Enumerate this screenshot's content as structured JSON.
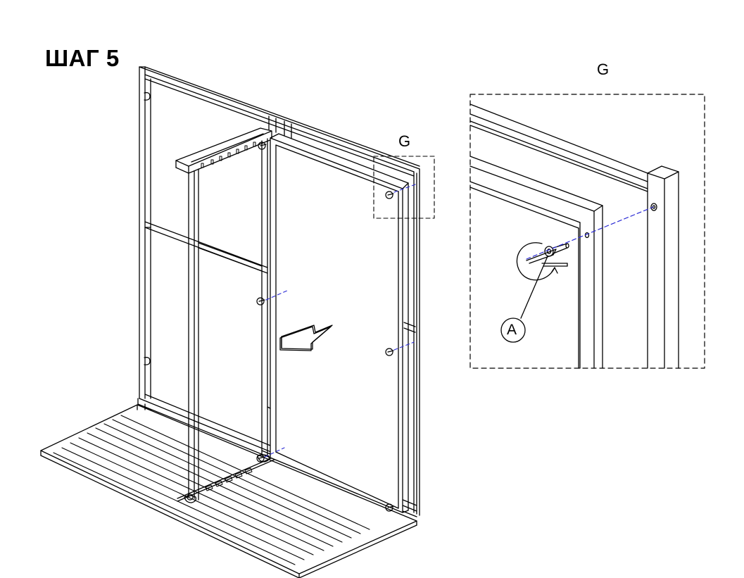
{
  "step": {
    "title": "ШАГ 5"
  },
  "detail": {
    "marker_label": "G",
    "callout_label": "G",
    "part_label": "A"
  },
  "icons": {
    "direction": "arrow-right-icon",
    "fastener": "screw-icon"
  },
  "colors": {
    "line": "#000000",
    "guide": "#2a2ad4"
  }
}
